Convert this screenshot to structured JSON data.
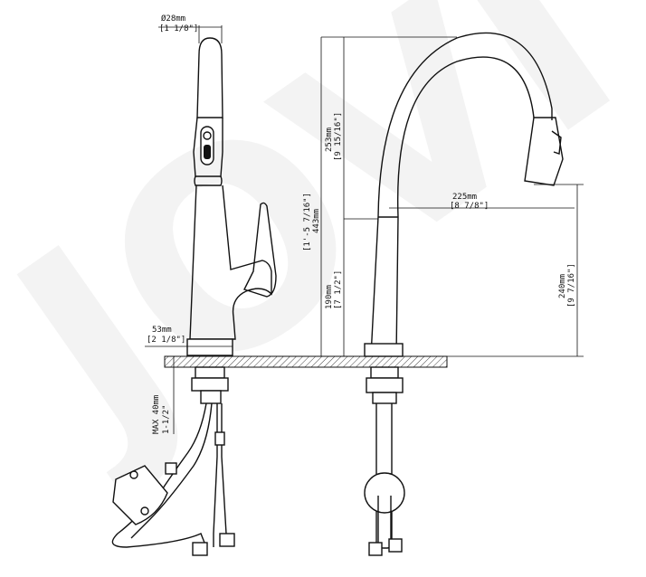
{
  "watermark": "JOVI",
  "dimensions": {
    "spout_dia": {
      "metric": "Ø28mm",
      "imperial": "[1 1/8\"]"
    },
    "base_dia": {
      "metric": "53mm",
      "imperial": "[2 1/8\"]"
    },
    "deck_thickness": {
      "metric": "1-1/2\"",
      "imperial": "MAX 40mm"
    },
    "total_height": {
      "metric": "443mm",
      "imperial": "[1'-5 7/16\"]"
    },
    "upper_height": {
      "metric": "253mm",
      "imperial": "[9 15/16\"]"
    },
    "lower_height": {
      "metric": "190mm",
      "imperial": "[7 1/2\"]"
    },
    "reach": {
      "metric": "225mm",
      "imperial": "[8 7/8\"]"
    },
    "spout_clearance": {
      "metric": "240mm",
      "imperial": "[9 7/16\"]"
    }
  }
}
